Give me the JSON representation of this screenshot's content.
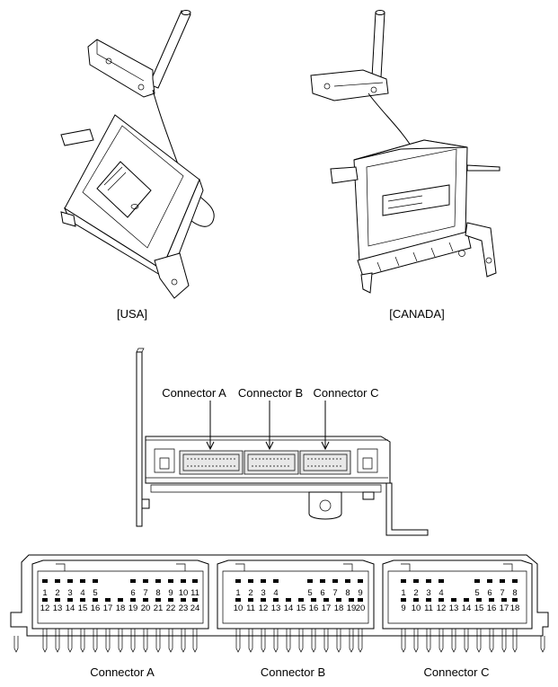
{
  "labels": {
    "usa": "[USA]",
    "canada": "[CANADA]",
    "connector_a": "Connector A",
    "connector_b": "Connector B",
    "connector_c": "Connector C"
  },
  "connectors": [
    {
      "name": "Connector A",
      "top_pins": [
        "1",
        "2",
        "3",
        "4",
        "5",
        "6",
        "7",
        "8",
        "9",
        "10",
        "11"
      ],
      "bottom_pins": [
        "12",
        "13",
        "14",
        "15",
        "16",
        "17",
        "18",
        "19",
        "20",
        "21",
        "22",
        "23",
        "24"
      ]
    },
    {
      "name": "Connector B",
      "top_pins": [
        "1",
        "2",
        "3",
        "4",
        "5",
        "6",
        "7",
        "8",
        "9"
      ],
      "bottom_pins": [
        "10",
        "11",
        "12",
        "13",
        "14",
        "15",
        "16",
        "17",
        "18",
        "19",
        "20"
      ]
    },
    {
      "name": "Connector C",
      "top_pins": [
        "1",
        "2",
        "3",
        "4",
        "5",
        "6",
        "7",
        "8"
      ],
      "bottom_pins": [
        "9",
        "10",
        "11",
        "12",
        "13",
        "14",
        "15",
        "16",
        "17",
        "18"
      ]
    }
  ]
}
